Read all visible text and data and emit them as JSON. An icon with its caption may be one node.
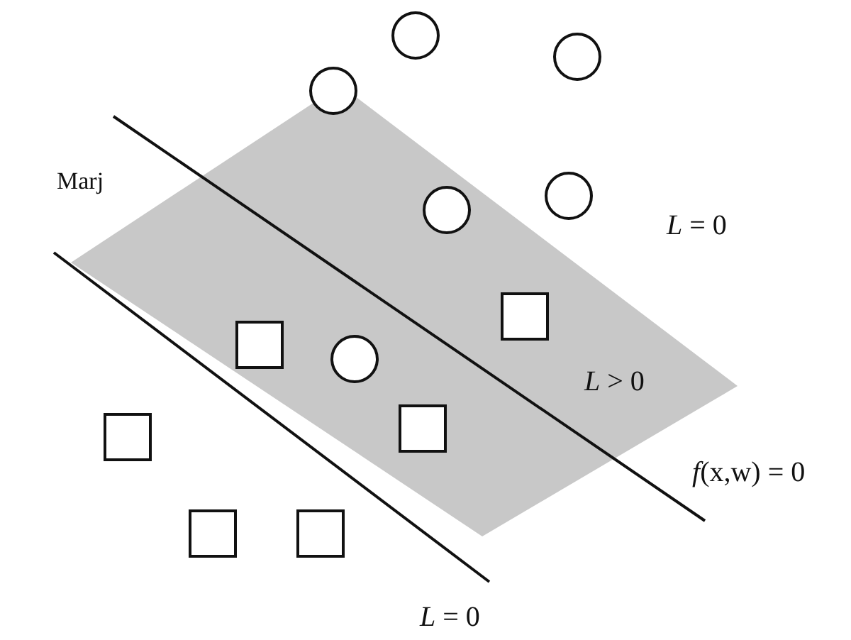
{
  "diagram": {
    "labels": [
      "Marj",
      "*L* = 0",
      "*L* > 0",
      "*f*(x,w) = 0",
      "*L* = 0"
    ]
  }
}
